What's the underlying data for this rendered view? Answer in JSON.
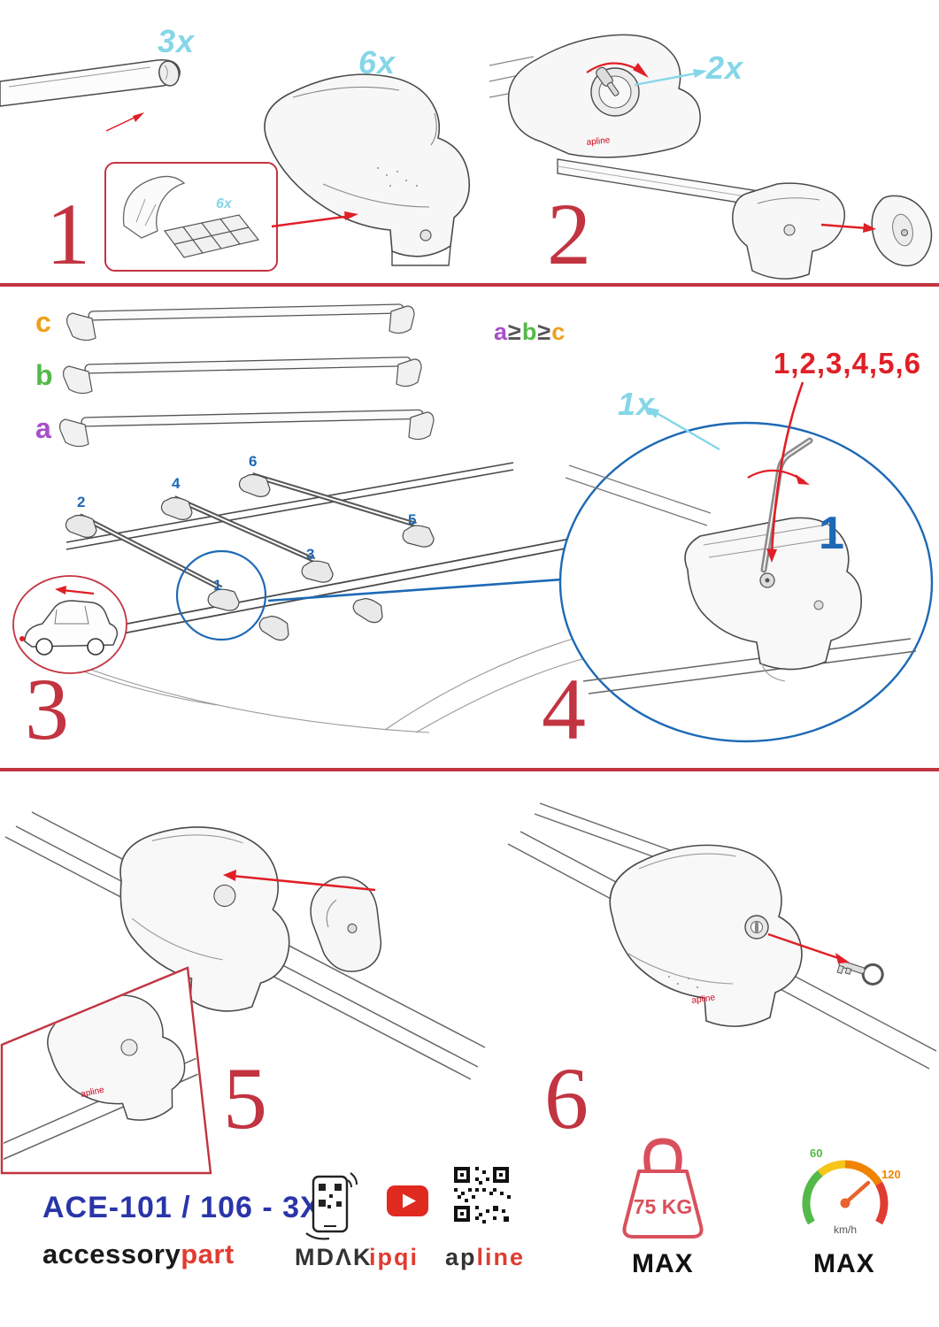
{
  "step1": {
    "num": "1",
    "qty_bar": "3x",
    "qty_foot": "6x",
    "qty_pad": "6x"
  },
  "step2": {
    "num": "2",
    "qty_key": "2x"
  },
  "step3": {
    "num": "3",
    "size_c": "c",
    "size_b": "b",
    "size_a": "a",
    "rule_a": "a",
    "rule_geq1": "≥",
    "rule_b": "b",
    "rule_geq2": "≥",
    "rule_c": "c",
    "positions": [
      "1",
      "2",
      "3",
      "4",
      "5",
      "6"
    ]
  },
  "step4": {
    "num": "4",
    "qty_tool": "1x",
    "sequence": "1,2,3,4,5,6",
    "callout": "1"
  },
  "step5": {
    "num": "5"
  },
  "step6": {
    "num": "6"
  },
  "brand": {
    "product_mark": "apline"
  },
  "footer": {
    "model": "ACE-101 / 106 - 3X",
    "brand_part1": "accessory",
    "brand_part2": "part",
    "logo_mdak": "MDΛK",
    "logo_ipqi": "ipqi",
    "logo_apline_1": "ap",
    "logo_apline_2": "line",
    "weight": "75 KG",
    "weight_max": "MAX",
    "speed_low": "60",
    "speed_high": "120",
    "speed_unit": "km/h",
    "speed_max": "MAX"
  },
  "colors": {
    "accent_red": "#c23441",
    "cyan": "#85d6e8",
    "blue": "#1d69b5",
    "navy": "#2a35a8",
    "purple": "#a84fc9",
    "green": "#53b948",
    "orange": "#f0a01e"
  }
}
